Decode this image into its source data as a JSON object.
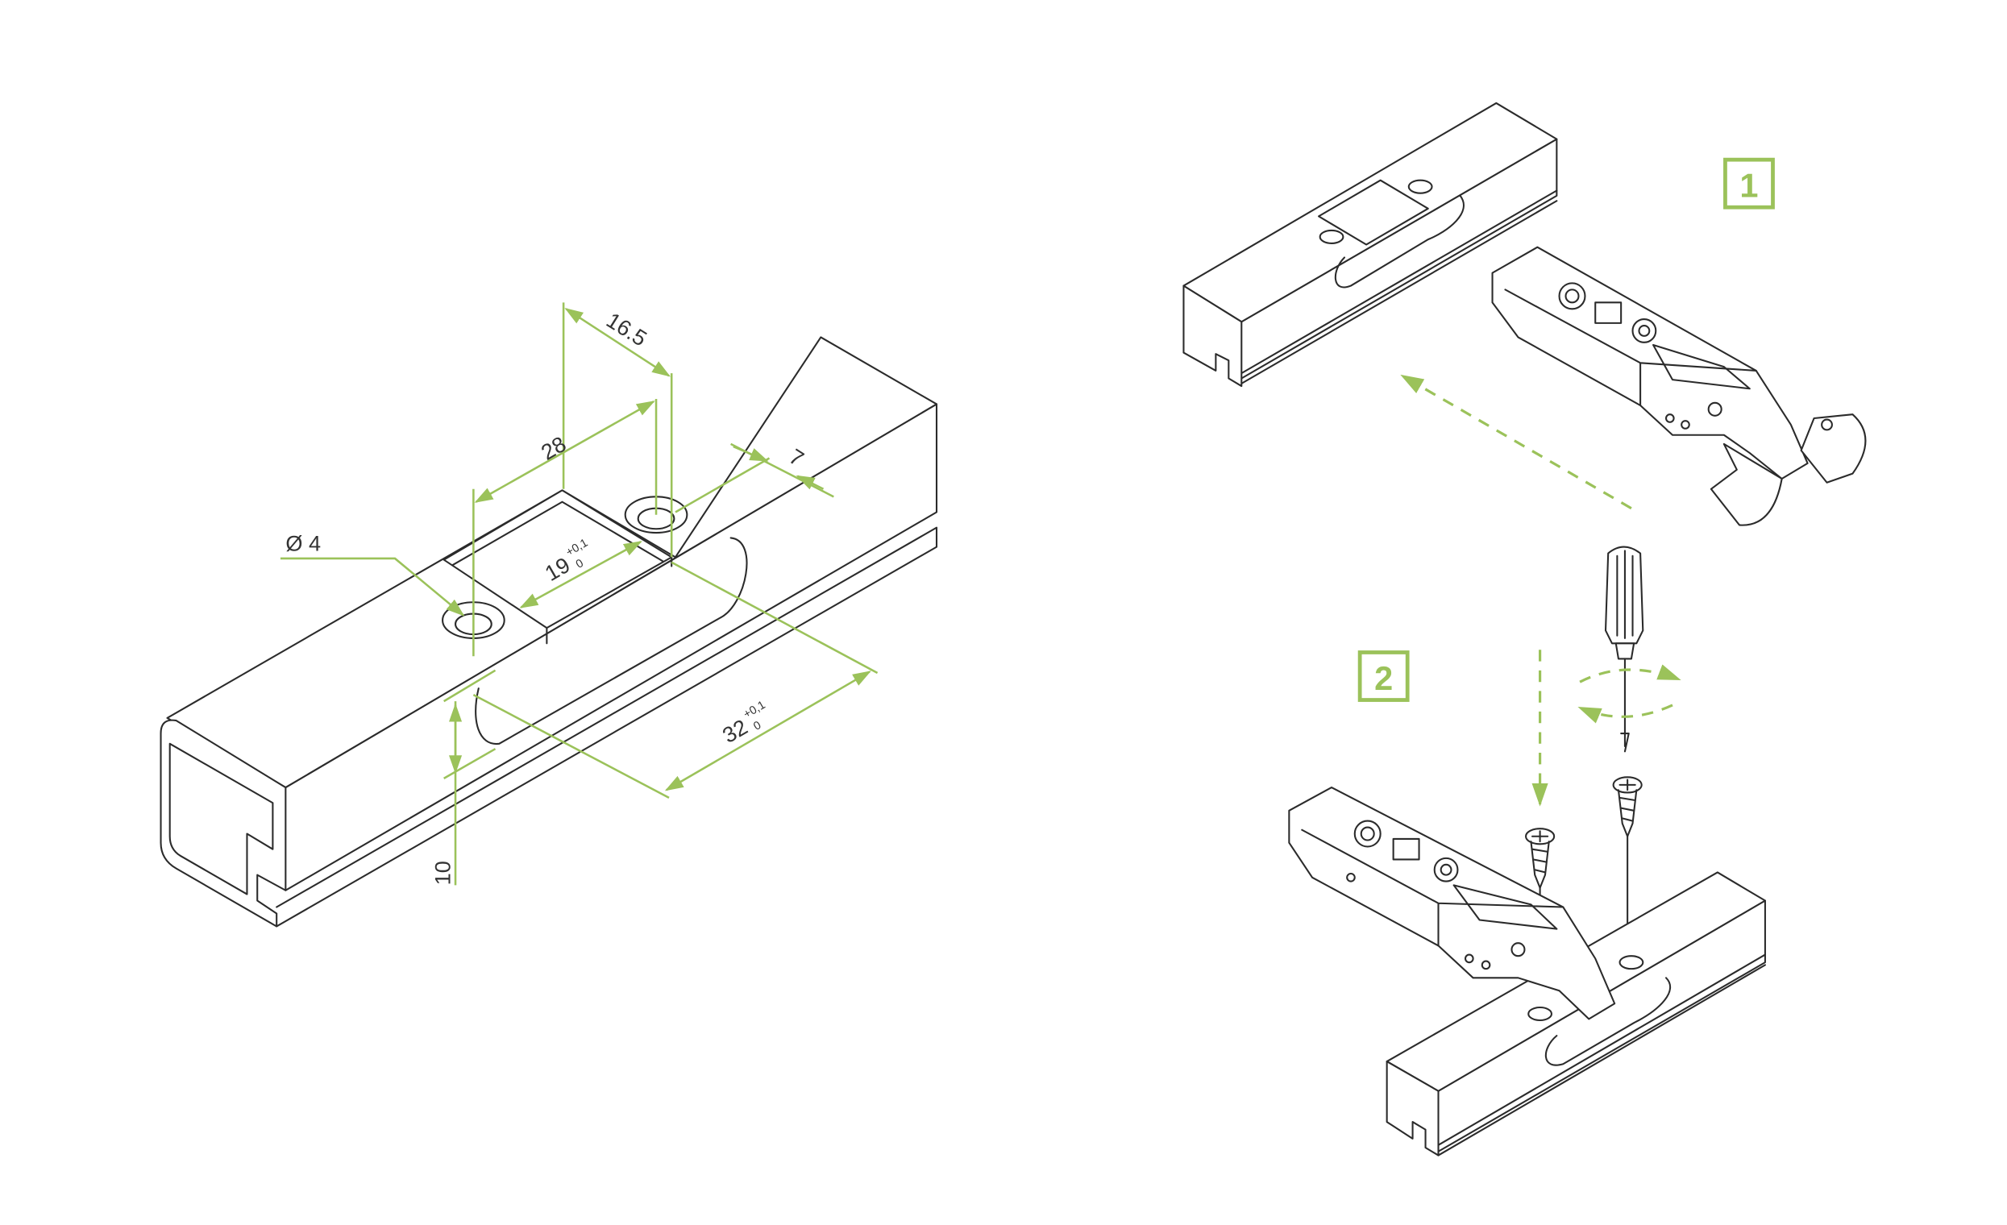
{
  "colors": {
    "accent": "#9bc25a",
    "line": "#2b2b2b"
  },
  "dimensions": {
    "hole_diameter": "Ø 4",
    "length_28": "28",
    "length_16_5": "16.5",
    "offset_7": "7",
    "width_19": "19",
    "width_19_tol_upper": "+0,1",
    "width_19_tol_lower": "0",
    "slot_32": "32",
    "slot_32_tol_upper": "+0,1",
    "slot_32_tol_lower": "0",
    "height_10": "10"
  },
  "steps": [
    {
      "number": "1"
    },
    {
      "number": "2"
    }
  ]
}
